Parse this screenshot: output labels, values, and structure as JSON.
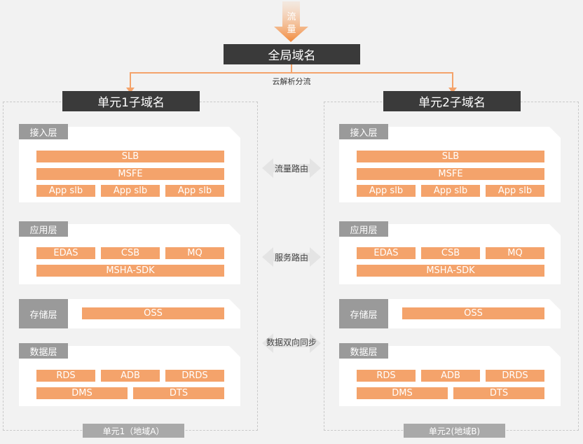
{
  "traffic": {
    "label": "流量",
    "color": "#f28a3c"
  },
  "global": {
    "title": "全局域名"
  },
  "dns_split": "云解析分流",
  "routes": {
    "traffic": "流量路由",
    "service": "服务路由",
    "sync": "数据双向同步"
  },
  "colors": {
    "accent": "#f4a36b",
    "dark": "#3a3a3a",
    "tag": "#9a9a9a"
  },
  "unit1": {
    "title": "单元1子域名",
    "footer": "单元1（地域A）",
    "access": {
      "tag": "接入层",
      "slb": "SLB",
      "msfe": "MSFE",
      "apps": [
        "App slb",
        "App slb",
        "App slb"
      ]
    },
    "app": {
      "tag": "应用层",
      "items": [
        "EDAS",
        "CSB",
        "MQ"
      ],
      "sdk": "MSHA-SDK"
    },
    "storage": {
      "tag": "存储层",
      "oss": "OSS"
    },
    "data": {
      "tag": "数据层",
      "row1": [
        "RDS",
        "ADB",
        "DRDS"
      ],
      "row2": [
        "DMS",
        "DTS"
      ]
    }
  },
  "unit2": {
    "title": "单元2子域名",
    "footer": "单元2(地域B)",
    "access": {
      "tag": "接入层",
      "slb": "SLB",
      "msfe": "MSFE",
      "apps": [
        "App slb",
        "App slb",
        "App slb"
      ]
    },
    "app": {
      "tag": "应用层",
      "items": [
        "EDAS",
        "CSB",
        "MQ"
      ],
      "sdk": "MSHA-SDK"
    },
    "storage": {
      "tag": "存储层",
      "oss": "OSS"
    },
    "data": {
      "tag": "数据层",
      "row1": [
        "RDS",
        "ADB",
        "DRDS"
      ],
      "row2": [
        "DMS",
        "DTS"
      ]
    }
  }
}
